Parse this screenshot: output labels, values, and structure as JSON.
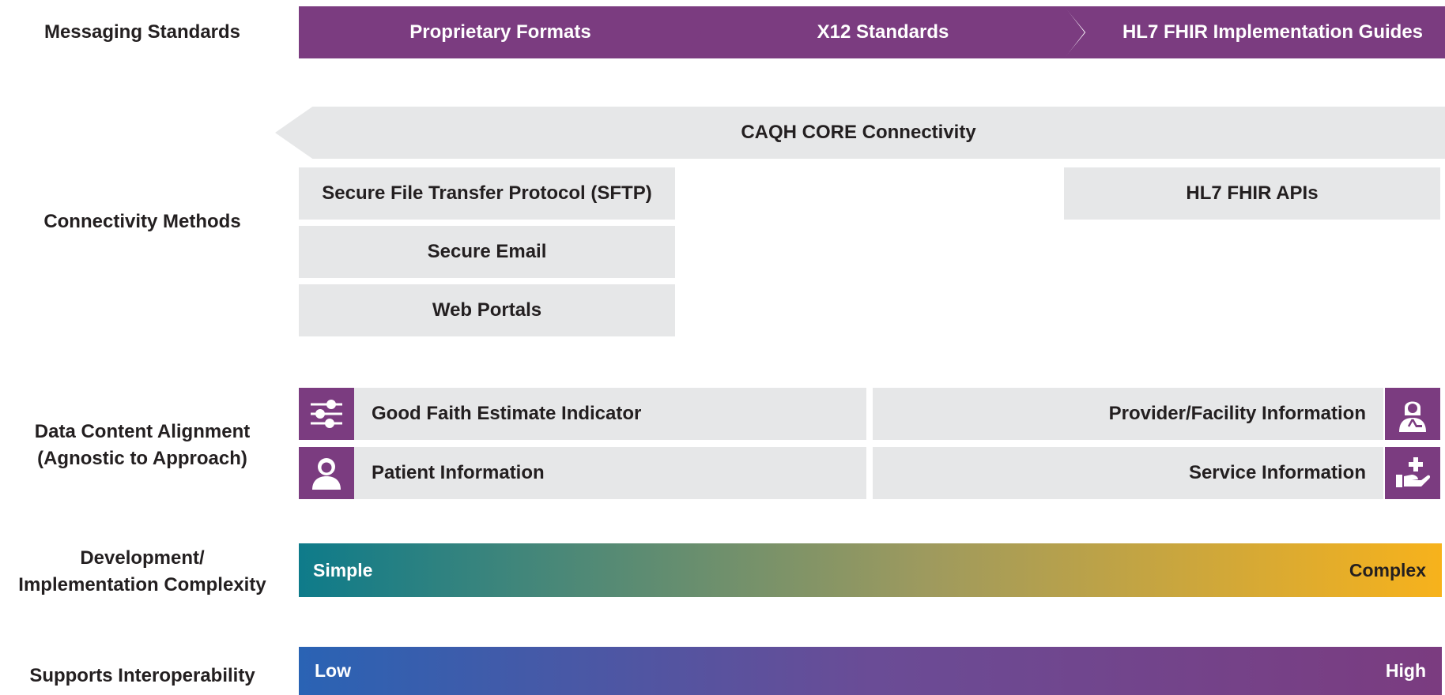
{
  "row_labels": {
    "messaging": "Messaging Standards",
    "connectivity": "Connectivity Methods",
    "data_content_line1": "Data Content Alignment",
    "data_content_line2": "(Agnostic to Approach)",
    "complexity_line1": "Development/",
    "complexity_line2": "Implementation Complexity",
    "interoperability": "Supports Interoperability"
  },
  "messaging_standards": [
    {
      "label": "Proprietary Formats"
    },
    {
      "label": "X12 Standards"
    },
    {
      "label": "HL7 FHIR Implementation Guides"
    }
  ],
  "connectivity": {
    "banner": "CAQH CORE Connectivity",
    "left_methods": [
      {
        "label": "Secure File Transfer Protocol (SFTP)"
      },
      {
        "label": "Secure Email"
      },
      {
        "label": "Web Portals"
      }
    ],
    "right_methods": [
      {
        "label": "HL7 FHIR APIs"
      }
    ]
  },
  "data_content": {
    "left": [
      {
        "label": "Good Faith Estimate Indicator",
        "icon": "sliders-icon"
      },
      {
        "label": "Patient Information",
        "icon": "patient-icon"
      }
    ],
    "right": [
      {
        "label": "Provider/Facility Information",
        "icon": "doctor-icon"
      },
      {
        "label": "Service Information",
        "icon": "hand-plus-icon"
      }
    ]
  },
  "complexity_scale": {
    "low_label": "Simple",
    "high_label": "Complex"
  },
  "interoperability_scale": {
    "low_label": "Low",
    "high_label": "High"
  },
  "colors": {
    "purple": "#7b3c80",
    "gray": "#e6e7e8",
    "complexity_gradient": [
      "#0e7b8a",
      "#9e9a5e",
      "#f7b21c"
    ],
    "interoperability_gradient": [
      "#2f62b1",
      "#6a4c96",
      "#7b3c80"
    ]
  }
}
